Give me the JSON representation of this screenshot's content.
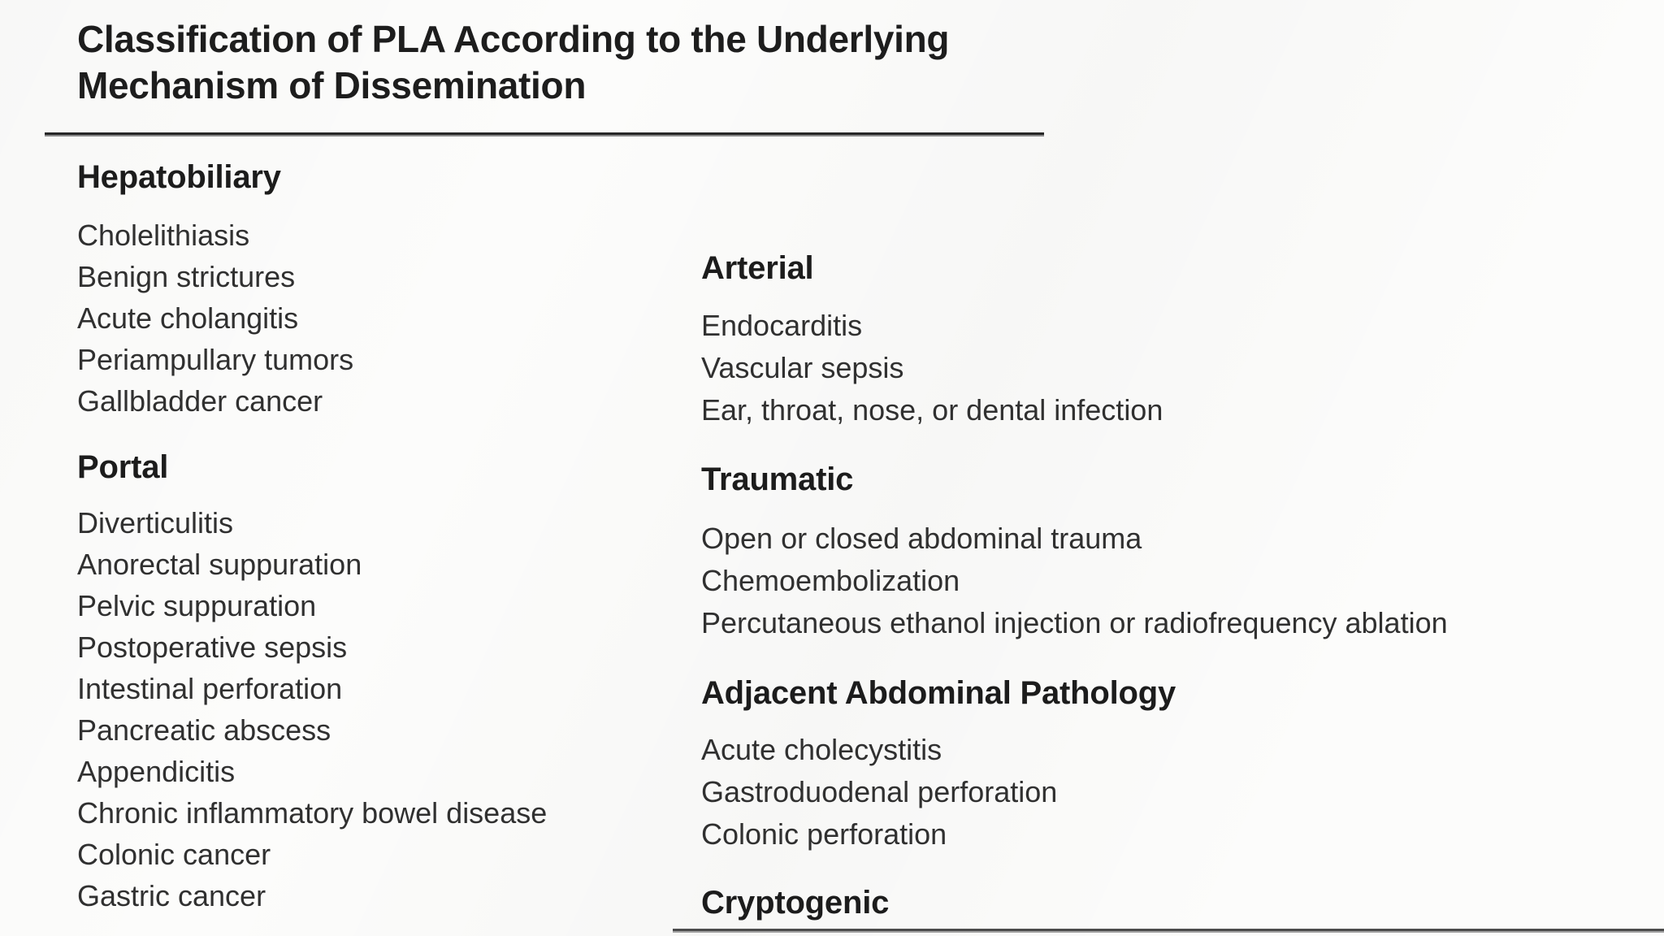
{
  "title": {
    "line1": "Classification of PLA According to the Underlying",
    "line2": "Mechanism of Dissemination"
  },
  "columns": {
    "left": {
      "sections": [
        {
          "heading": "Hepatobiliary",
          "items": [
            "Cholelithiasis",
            "Benign strictures",
            "Acute cholangitis",
            "Periampullary tumors",
            "Gallbladder cancer"
          ]
        },
        {
          "heading": "Portal",
          "items": [
            "Diverticulitis",
            "Anorectal suppuration",
            "Pelvic suppuration",
            "Postoperative sepsis",
            "Intestinal perforation",
            "Pancreatic abscess",
            "Appendicitis",
            "Chronic inflammatory bowel disease",
            "Colonic cancer",
            "Gastric cancer"
          ]
        }
      ]
    },
    "right": {
      "sections": [
        {
          "heading": "Arterial",
          "items": [
            "Endocarditis",
            "Vascular sepsis",
            "Ear, throat, nose, or dental infection"
          ]
        },
        {
          "heading": "Traumatic",
          "items": [
            "Open or closed abdominal trauma",
            "Chemoembolization",
            "Percutaneous ethanol injection or radiofrequency ablation"
          ]
        },
        {
          "heading": "Adjacent Abdominal Pathology",
          "items": [
            "Acute cholecystitis",
            "Gastroduodenal perforation",
            "Colonic perforation"
          ]
        },
        {
          "heading": "Cryptogenic",
          "items": []
        }
      ]
    }
  },
  "colors": {
    "background": "#fcfcfb",
    "text": "#303030",
    "heading": "#1c1c1c",
    "rule": "#262626"
  }
}
